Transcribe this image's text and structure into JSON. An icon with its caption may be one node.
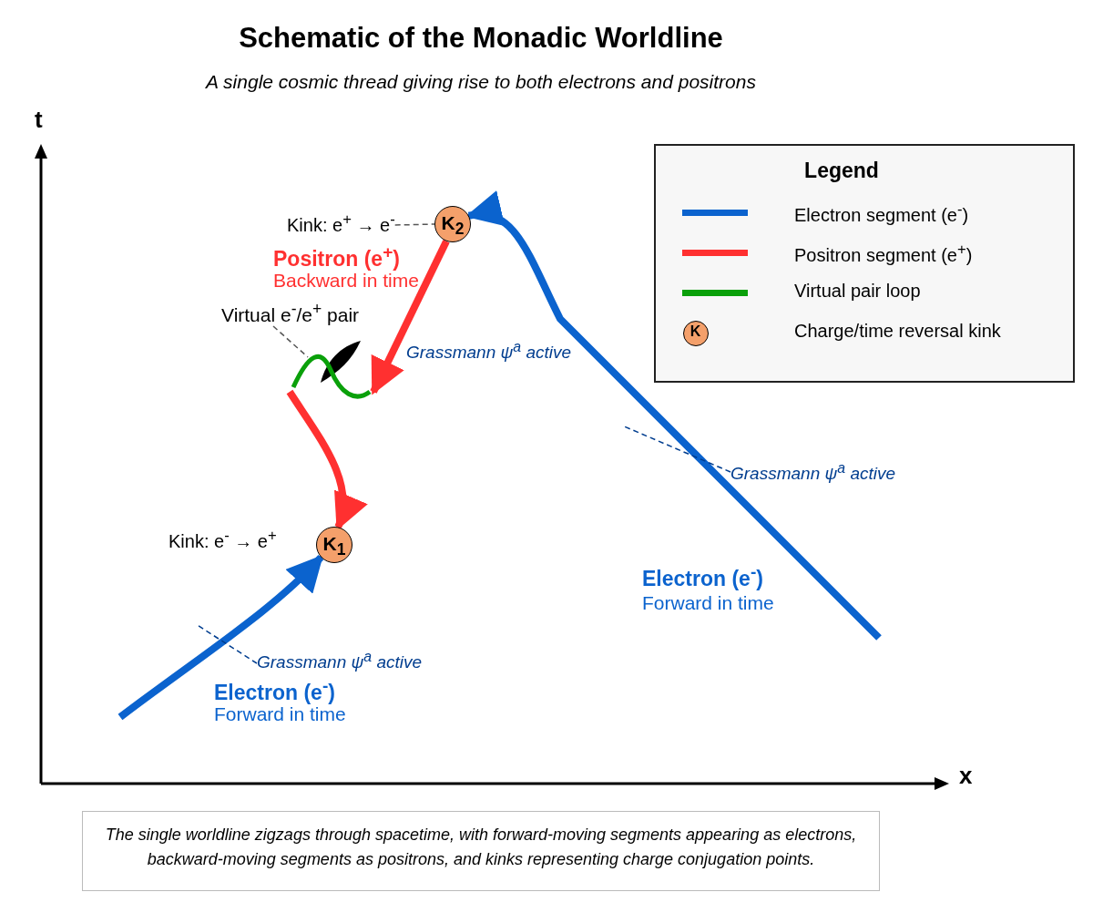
{
  "diagram": {
    "title": "Schematic of the Monadic Worldline",
    "caption": "The single worldline zigzags through spacetime, with forward-moving segments appearing as electrons, backward-moving segments as positrons, and kinks representing charge conjugation points.",
    "nodes": [
      {
        "text": [
          "Kink: e$^{+}$ → e$^{-}$"
        ]
      },
      {
        "text": [
          "K$_{2}$"
        ]
      },
      {
        "text": [
          "Virtual e$^{-}$/e$^{+}$ pair"
        ]
      },
      {
        "text": [],
        "shape": "loop"
      },
      {
        "text": [
          "*Grassmann ψ$^{a}$ active*"
        ]
      },
      {
        "text": [
          "*Grassmann ψ$^{a}$ active*"
        ]
      },
      {
        "text": [
          "Kink: e$^{-}$ → e$^{+}$"
        ]
      },
      {
        "text": [
          "K$_{1}$"
        ]
      },
      {
        "text": [
          "*Grassmann ψ$^{a}$ active*"
        ]
      }
    ],
    "edges": [
      {
        "from": 0,
        "to": 1,
        "arrow": "none",
        "style": "dashed",
        "color": "#555555"
      },
      {
        "from": 2,
        "to": 3,
        "arrow": "none",
        "style": "dashed",
        "color": "#555555"
      },
      {
        "from": 1,
        "to": 3,
        "arrow": "to",
        "style": "thick",
        "color": "#ff3030"
      },
      {
        "from": 3,
        "to": 7,
        "arrow": "to",
        "style": "thick",
        "color": "#ff3030"
      },
      {
        "from": null,
        "to": 7,
        "arrow": "to",
        "style": "thick",
        "color": "#0b63ce"
      },
      {
        "from": null,
        "to": 1,
        "arrow": "to",
        "style": "thick",
        "color": "#0b63ce"
      },
      {
        "from": 5,
        "to": null,
        "arrow": "none",
        "style": "dashed",
        "color": "#003d8f"
      },
      {
        "from": 8,
        "to": null,
        "arrow": "none",
        "style": "dashed",
        "color": "#003d8f"
      }
    ],
    "labels": [
      "A single cosmic thread giving rise to both electrons and positrons",
      "t",
      "Legend",
      "K",
      "Positron (e$^{+}$)",
      "Backward in time",
      "Electron (e$^{-}$)",
      "Forward in time",
      "Electron (e$^{-}$)",
      "Forward in time",
      "x"
    ],
    "legend": [
      {
        "text": "Electron segment (e$^{-}$)"
      },
      {
        "text": "Positron segment (e$^{+}$)"
      },
      {
        "text": "Virtual pair loop"
      },
      {
        "text": "Charge/time reversal kink"
      }
    ]
  }
}
